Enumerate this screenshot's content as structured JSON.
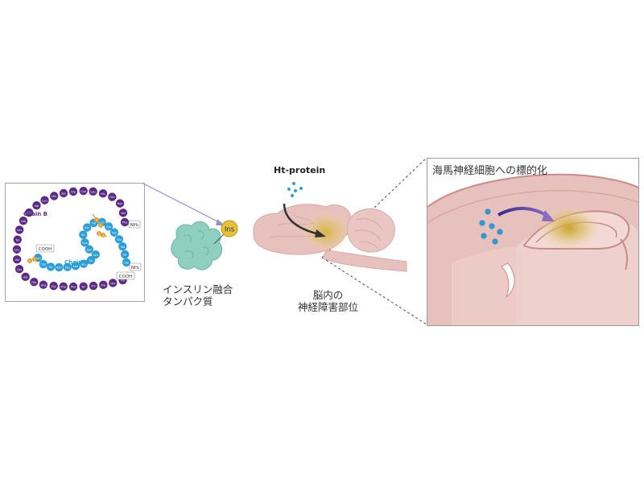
{
  "insulin": {
    "chain_b_label": "Chain B",
    "chain_a_label": "Chain A",
    "cooh_a": "COOH",
    "cooh_b": "COOH",
    "nh2_b": "NH₂",
    "nh2_a": "NH₂",
    "chain_b_residues": [
      "Phe",
      "Val",
      "Asn",
      "Gln",
      "His",
      "Leu",
      "Cys",
      "Gly",
      "Ser",
      "His",
      "Leu",
      "Val",
      "Glu",
      "Ala",
      "Leu",
      "Tyr",
      "Leu",
      "Val",
      "Cys",
      "Gly",
      "Glu",
      "Arg",
      "Gly",
      "Phe",
      "Phe",
      "Tyr",
      "Thr",
      "Pro",
      "Lys",
      "Thr"
    ],
    "chain_a_residues": [
      "Gly",
      "Ile",
      "Val",
      "Glu",
      "Gln",
      "Cys",
      "Cys",
      "Thr",
      "Ser",
      "Ile",
      "Cys",
      "Ser",
      "Leu",
      "Tyr",
      "Gln",
      "Leu",
      "Glu",
      "Asn",
      "Tyr",
      "Cys",
      "Asn"
    ],
    "disulfide_label": "S"
  },
  "fusion_protein": {
    "ins_tag": "Ins",
    "label_line1": "インスリン融合",
    "label_line2": "タンパク質"
  },
  "brain": {
    "ht_protein_label": "Ht-protein",
    "site_label_line1": "脳内の",
    "site_label_line2": "神経障害部位"
  },
  "hippocampus": {
    "title": "海馬神経細胞への標的化"
  },
  "colors": {
    "chain_b": "#5b2a86",
    "chain_a": "#2e9fd6",
    "disulfide": "#e0a030",
    "protein": "#8ecfc0",
    "ins_tag": "#e6c23a",
    "brain": "#e7c1bd",
    "target": "#d7b23a",
    "arrow_purple": "#5a3fa0"
  }
}
